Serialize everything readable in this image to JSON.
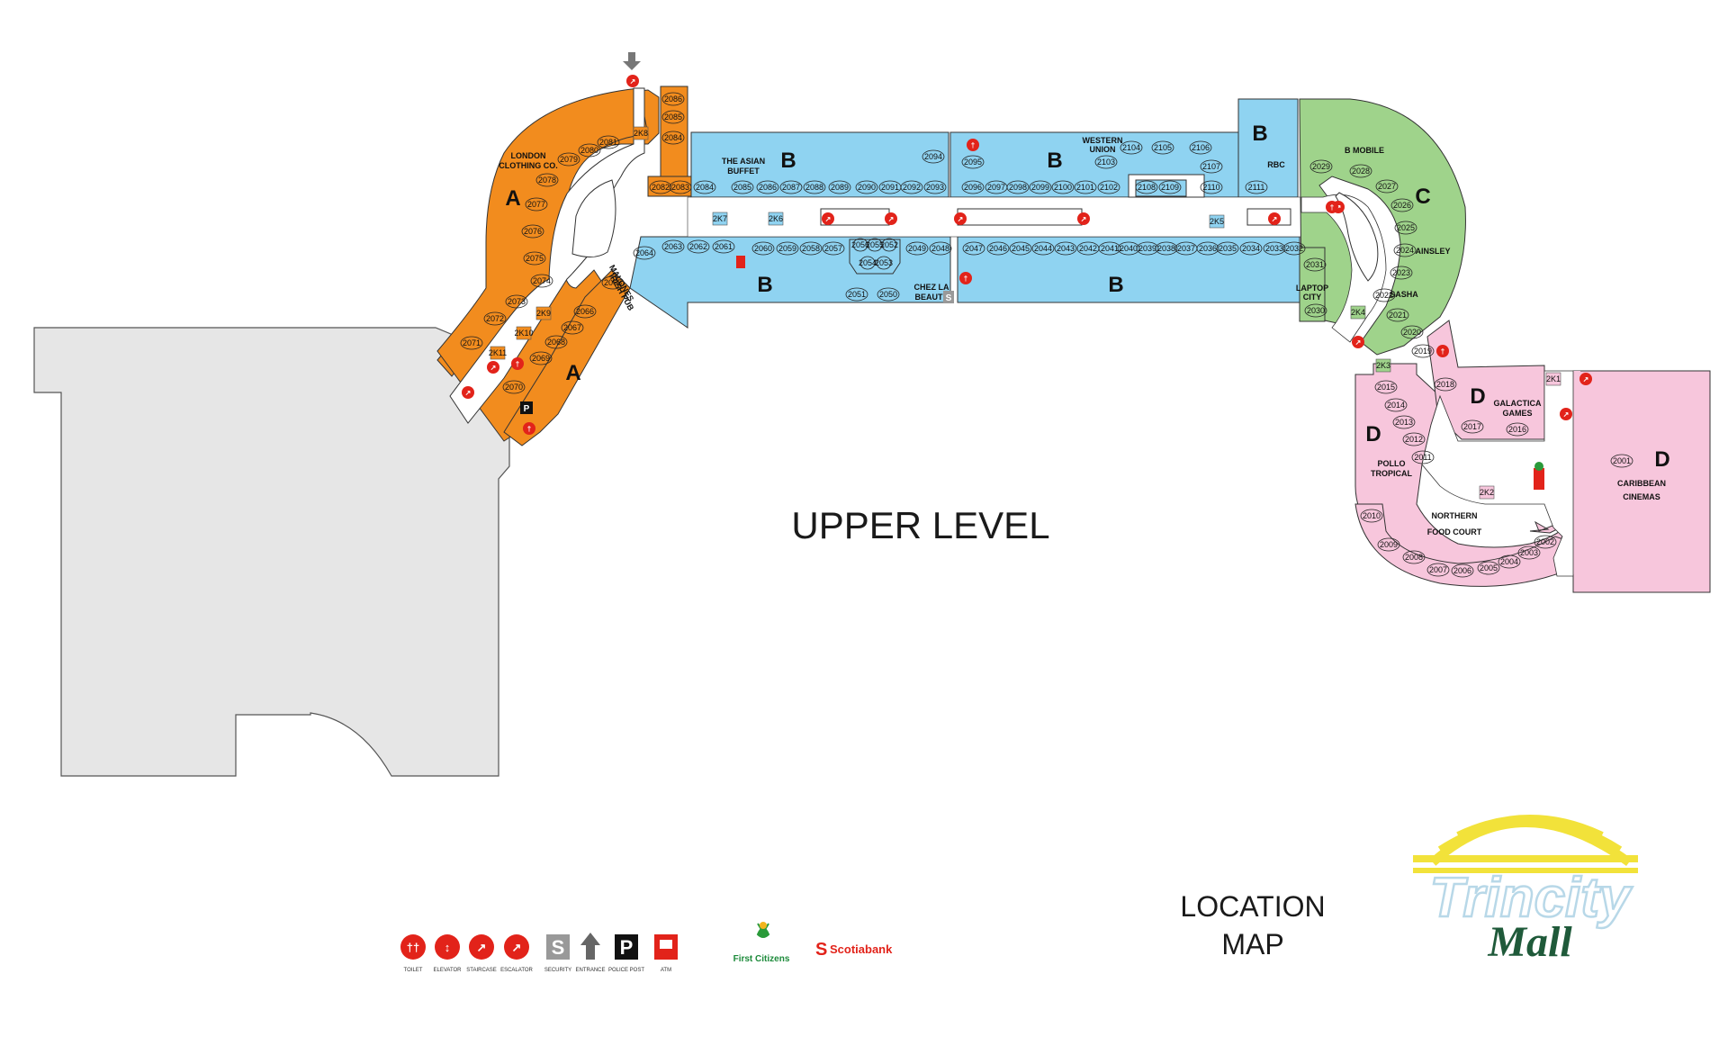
{
  "map": {
    "title": "UPPER LEVEL",
    "location_map": [
      "LOCATION",
      "MAP"
    ],
    "colors": {
      "zone_a": "#f28c1e",
      "zone_b": "#8fd3f1",
      "zone_c": "#9fd38b",
      "zone_d": "#f7c6dc",
      "other_building": "#e6e6e6",
      "icon_red": "#e2231a"
    },
    "zones": [
      {
        "label": "A"
      },
      {
        "label": "A"
      },
      {
        "label": "B"
      },
      {
        "label": "B"
      },
      {
        "label": "B"
      },
      {
        "label": "B"
      },
      {
        "label": "B"
      },
      {
        "label": "C"
      },
      {
        "label": "D"
      },
      {
        "label": "D"
      },
      {
        "label": "D"
      }
    ],
    "stores": [
      {
        "name": "LONDON"
      },
      {
        "name": "CLOTHING CO."
      },
      {
        "name": "THE ASIAN"
      },
      {
        "name": "BUFFET"
      },
      {
        "name": "WESTERN"
      },
      {
        "name": "UNION"
      },
      {
        "name": "RBC"
      },
      {
        "name": "B MOBILE"
      },
      {
        "name": "AINSLEY"
      },
      {
        "name": "SASHA"
      },
      {
        "name": "CHEZ LA"
      },
      {
        "name": "BEAUTE"
      },
      {
        "name": "MALONES"
      },
      {
        "name": "IRISH PUB"
      },
      {
        "name": "LAPTOP"
      },
      {
        "name": "CITY"
      },
      {
        "name": "GALACTICA"
      },
      {
        "name": "GAMES"
      },
      {
        "name": "POLLO"
      },
      {
        "name": "TROPICAL"
      },
      {
        "name": "NORTHERN"
      },
      {
        "name": "FOOD COURT"
      },
      {
        "name": "CARIBBEAN"
      },
      {
        "name": "CINEMAS"
      }
    ],
    "units": {
      "a_outer": [
        "2086",
        "2085",
        "2084",
        "2082",
        "2083",
        "2081",
        "2080",
        "2079",
        "2078",
        "2077",
        "2076",
        "2075",
        "2074",
        "2073",
        "2072",
        "2071"
      ],
      "a_inner": [
        "2065",
        "2066",
        "2067",
        "2068",
        "2069",
        "2070"
      ],
      "kiosks_a": [
        "2K8",
        "2K9",
        "2K10",
        "2K11"
      ],
      "b_top1": [
        "2084",
        "2085",
        "2086",
        "2087",
        "2088",
        "2089",
        "2090",
        "2091",
        "2092",
        "2093",
        "2094"
      ],
      "b_top2": [
        "2095",
        "2096",
        "2097",
        "2098",
        "2099",
        "2100",
        "2101",
        "2102",
        "2103",
        "2104",
        "2105",
        "2106",
        "2107",
        "2108",
        "2109",
        "2110",
        "2111"
      ],
      "b_bot1": [
        "2064",
        "2063",
        "2062",
        "2061",
        "2060",
        "2059",
        "2058",
        "2057",
        "2056",
        "2055",
        "2052",
        "2054",
        "2053",
        "2049",
        "2048",
        "2051",
        "2050"
      ],
      "b_bot2": [
        "2047",
        "2046",
        "2045",
        "2044",
        "2043",
        "2042",
        "2041",
        "2040",
        "2039",
        "2038",
        "2037",
        "2036",
        "2035",
        "2034",
        "2033",
        "2032"
      ],
      "kiosks_b": [
        "2K7",
        "2K6",
        "2K5"
      ],
      "c": [
        "2029",
        "2028",
        "2027",
        "2026",
        "2025",
        "2024",
        "2023",
        "2022",
        "2021",
        "2020",
        "2031",
        "2030"
      ],
      "kiosks_c": [
        "2K4",
        "2K3"
      ],
      "d": [
        "2019",
        "2018",
        "2017",
        "2016",
        "2015",
        "2014",
        "2013",
        "2012",
        "2011",
        "2010",
        "2009",
        "2008",
        "2007",
        "2006",
        "2005",
        "2004",
        "2003",
        "2002",
        "2001"
      ],
      "kiosks_d": [
        "2K1",
        "2K2"
      ]
    },
    "legend": [
      {
        "label": "TOILET",
        "icon": "toilet-icon"
      },
      {
        "label": "ELEVATOR",
        "icon": "elevator-icon"
      },
      {
        "label": "STAIRCASE",
        "icon": "staircase-icon"
      },
      {
        "label": "ESCALATOR",
        "icon": "escalator-icon"
      },
      {
        "label": "SECURITY",
        "icon": "security-icon",
        "glyph": "S"
      },
      {
        "label": "ENTRANCE",
        "icon": "entrance-icon"
      },
      {
        "label": "POLICE POST",
        "icon": "police-post-icon",
        "glyph": "P"
      },
      {
        "label": "ATM",
        "icon": "atm-icon"
      }
    ],
    "sponsors": [
      "First Citizens",
      "Scotiabank"
    ],
    "logo": {
      "line1": "Trincity",
      "line2": "Mall"
    }
  }
}
